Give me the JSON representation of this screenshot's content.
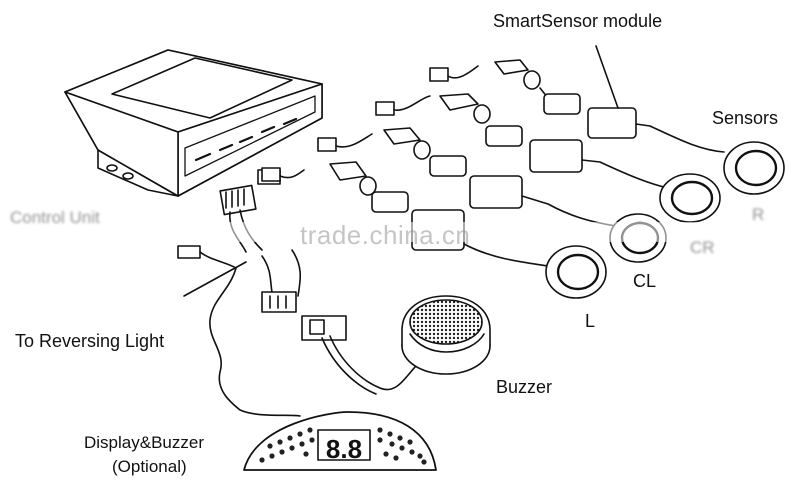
{
  "labels": {
    "smartsensor_module": "SmartSensor module",
    "sensors": "Sensors",
    "sensor_r": "R",
    "sensor_cr": "CR",
    "sensor_cl": "CL",
    "sensor_l": "L",
    "control_unit": "Control Unit",
    "to_reversing_light": "To Reversing Light",
    "buzzer": "Buzzer",
    "display_buzzer": "Display&Buzzer",
    "optional": "(Optional)",
    "display_readout": "8.8"
  },
  "watermark": "trade.china.cn",
  "colors": {
    "line": "#111111",
    "fill": "#ffffff",
    "display_dots": "#222222"
  }
}
